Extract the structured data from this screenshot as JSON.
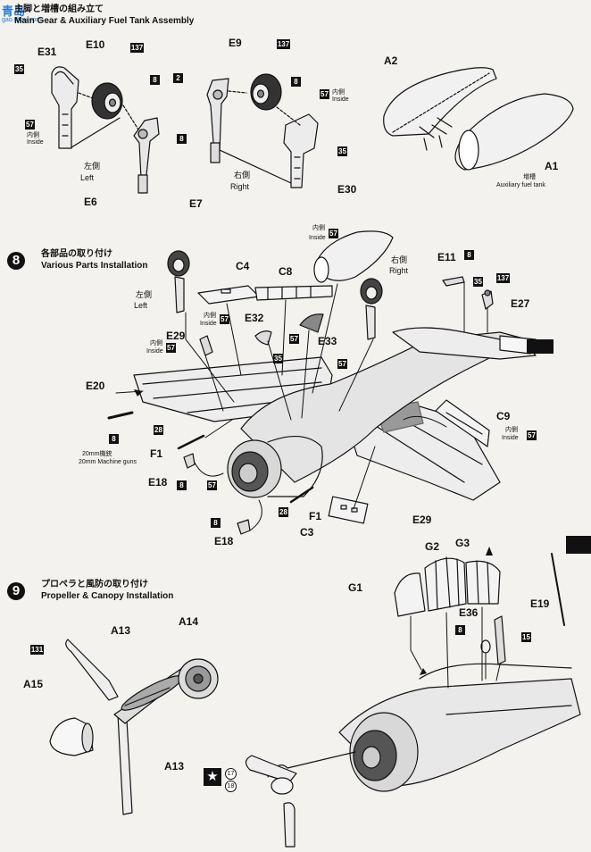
{
  "watermark": {
    "logo": "青岛",
    "site": "gao.shou.com"
  },
  "step7": {
    "title_jp": "主脚と増槽の組み立て",
    "title_en": "Main Gear & Auxiliary Fuel Tank Assembly",
    "labels": {
      "e31": "E31",
      "e10": "E10",
      "e9": "E9",
      "a2": "A2",
      "a1": "A1",
      "e6": "E6",
      "e7": "E7",
      "e30": "E30"
    },
    "left_jp": "左側",
    "left_en": "Left",
    "right_jp": "右側",
    "right_en": "Right",
    "inside_jp": "内側",
    "inside_en": "Inside",
    "tank_jp": "増槽",
    "tank_en": "Auxiliary fuel tank",
    "boxes": {
      "b35": "35",
      "b57": "57",
      "b137": "137",
      "b8": "8",
      "b2": "2"
    }
  },
  "step8": {
    "number": "8",
    "title_jp": "各部品の取り付け",
    "title_en": "Various Parts Installation",
    "labels": {
      "c4": "C4",
      "c8": "C8",
      "e11": "E11",
      "e27": "E27",
      "e32": "E32",
      "e33": "E33",
      "e29": "E29",
      "e20": "E20",
      "c9": "C9",
      "f1": "F1",
      "e18": "E18",
      "c3": "C3"
    },
    "left_jp": "左側",
    "left_en": "Left",
    "right_jp": "右側",
    "right_en": "Right",
    "inside_jp": "内側",
    "inside_en": "Inside",
    "gun_jp": "20mm機銃",
    "gun_en": "20mm Machine guns",
    "boxes": {
      "b57": "57",
      "b8": "8",
      "b35": "35",
      "b137": "137",
      "b28": "28"
    }
  },
  "step9": {
    "number": "9",
    "title_jp": "プロペラと風防の取り付け",
    "title_en": "Propeller & Canopy Installation",
    "labels": {
      "a14": "A14",
      "a13": "A13",
      "a15": "A15",
      "g1": "G1",
      "g2": "G2",
      "g3": "G3",
      "e36": "E36",
      "e19": "E19"
    },
    "boxes": {
      "b131": "131",
      "b8": "8",
      "b15": "15"
    },
    "circles": {
      "c17": "17",
      "c18": "18"
    }
  }
}
